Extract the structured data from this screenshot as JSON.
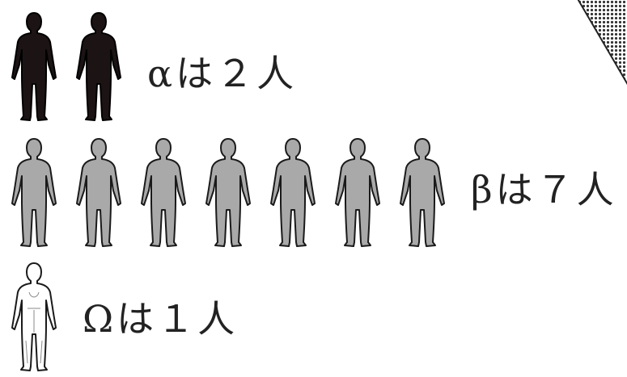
{
  "rows": [
    {
      "id": "alpha",
      "label": "αは２人",
      "count": 2,
      "fill": "#1c1414",
      "stroke": "#000000",
      "inner": ""
    },
    {
      "id": "beta",
      "label": "βは７人",
      "count": 7,
      "fill": "#a9a9a9",
      "stroke": "#1a1a1a",
      "inner": ""
    },
    {
      "id": "omega",
      "label": "Ωは１人",
      "count": 1,
      "fill": "#ffffff",
      "stroke": "#1a1a1a",
      "inner": "#8a8a8a"
    }
  ],
  "colors": {
    "background": "#ffffff",
    "text": "#222222",
    "pattern": "#333333"
  }
}
